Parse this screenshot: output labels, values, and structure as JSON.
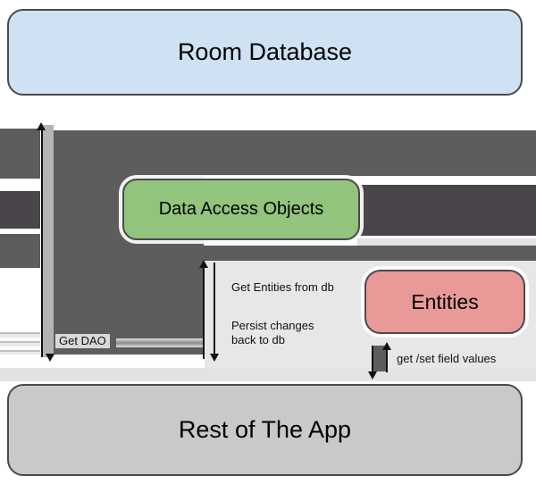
{
  "boxes": {
    "room_database": {
      "label": "Room Database",
      "fill": "#cfe2f3"
    },
    "dao": {
      "label": "Data Access Objects",
      "fill": "#93c47d"
    },
    "entities": {
      "label": "Entities",
      "fill": "#ea9999"
    },
    "rest_of_app": {
      "label": "Rest of The App",
      "fill": "#c9c9c9"
    }
  },
  "labels": {
    "get_dao": "Get DAO",
    "get_entities_from_db": "Get Entities from db",
    "persist_changes_line1": "Persist changes",
    "persist_changes_line2": "back to db",
    "get_set_field_values": "get /set field values"
  },
  "colors": {
    "arrow_slab": "#5d5d5d",
    "arrow_slab_dark": "#49454a",
    "arrow_bar": "#b3b3b3",
    "panel": "#e7e7e7",
    "box_border": "#4a4a4a"
  }
}
